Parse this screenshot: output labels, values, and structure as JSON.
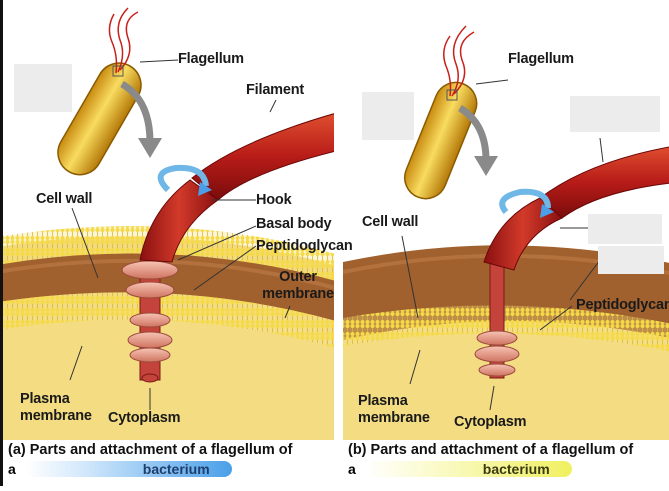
{
  "panel_a": {
    "labels": {
      "flagellum": "Flagellum",
      "filament": "Filament",
      "cell_wall": "Cell wall",
      "hook": "Hook",
      "basal_body": "Basal body",
      "peptidoglycan": "Peptidoglycan",
      "outer_membrane": "Outer membrane",
      "plasma_membrane": "Plasma membrane",
      "cytoplasm": "Cytoplasm"
    },
    "caption_tag": "(a)",
    "caption_text": "Parts and attachment of a flagellum of",
    "caption_a": "a",
    "caption_bacterium": "bacterium",
    "highlight_color": "#4a9fe8"
  },
  "panel_b": {
    "labels": {
      "flagellum": "Flagellum",
      "cell_wall": "Cell wall",
      "peptidoglycan": "Peptidoglycan",
      "plasma_membrane": "Plasma membrane",
      "cytoplasm": "Cytoplasm"
    },
    "caption_tag": "(b)",
    "caption_text": "Parts and attachment of a flagellum of",
    "caption_a": "a",
    "caption_bacterium": "bacterium",
    "highlight_color": "#f0f060"
  },
  "colors": {
    "filament_red": "#b51e1e",
    "cell_gold": "#e8b820",
    "wall_brown": "#9a5a30",
    "membrane_yellow": "#f2d430",
    "cytoplasm_yellow": "#f7e89a",
    "ring_pink": "#e89a88"
  }
}
